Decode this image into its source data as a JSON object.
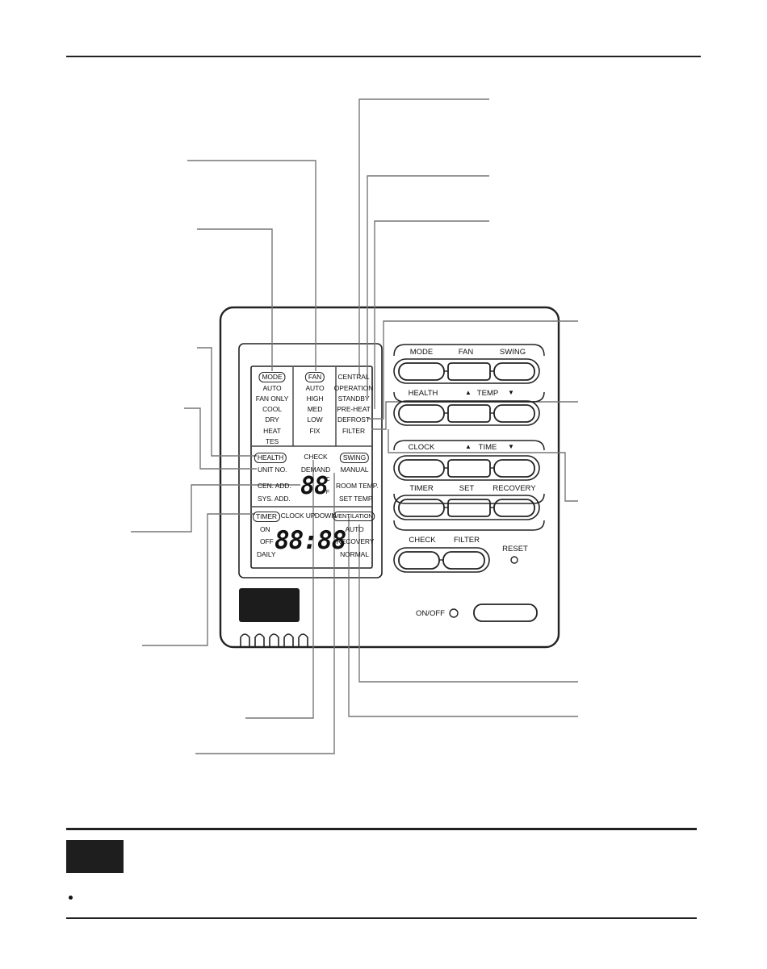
{
  "controller": {
    "lcd": {
      "mode": {
        "header": "MODE",
        "items": [
          "AUTO",
          "FAN ONLY",
          "COOL",
          "DRY",
          "HEAT",
          "TES"
        ]
      },
      "fan": {
        "header": "FAN",
        "items": [
          "AUTO",
          "HIGH",
          "MED",
          "LOW",
          "FIX"
        ]
      },
      "status_items": [
        "CENTRAL",
        "OPERATION",
        "STANDBY",
        "PRE-HEAT",
        "DEFROST",
        "FILTER"
      ],
      "health": {
        "header": "HEALTH",
        "items": [
          "UNIT NO.",
          "CEN. ADD.",
          "SYS. ADD."
        ]
      },
      "check_label": "CHECK",
      "demand_label": "DEMAND",
      "swing": {
        "header": "SWING",
        "items": [
          "MANUAL",
          "ROOM TEMP.",
          "SET TEMP."
        ]
      },
      "temp_digits": "88",
      "unit_c": "°C",
      "unit_f": "°F",
      "timer": {
        "header": "TIMER",
        "items": [
          "ON",
          "OFF",
          "DAILY"
        ]
      },
      "clock_up_label": "CLOCK UP",
      "down_label": "DOWN",
      "clock_digits": "88:88",
      "ventilation": {
        "header": "VENTILATION",
        "items": [
          "AUTO",
          "RECOVERY",
          "NORMAL"
        ]
      }
    },
    "buttons": {
      "row1": [
        "MODE",
        "FAN",
        "SWING"
      ],
      "row2": {
        "health": "HEALTH",
        "up_arrow": "▲",
        "temp": "TEMP",
        "down_arrow": "▼"
      },
      "row3": {
        "clock": "CLOCK",
        "up_arrow": "▲",
        "time": "TIME",
        "down_arrow": "▼"
      },
      "row4": [
        "TIMER",
        "SET",
        "RECOVERY"
      ],
      "row5": [
        "CHECK",
        "FILTER"
      ],
      "reset_label": "RESET",
      "onoff_label": "ON/OFF"
    }
  },
  "note": {
    "bullet_icon": "bullet-dot"
  }
}
